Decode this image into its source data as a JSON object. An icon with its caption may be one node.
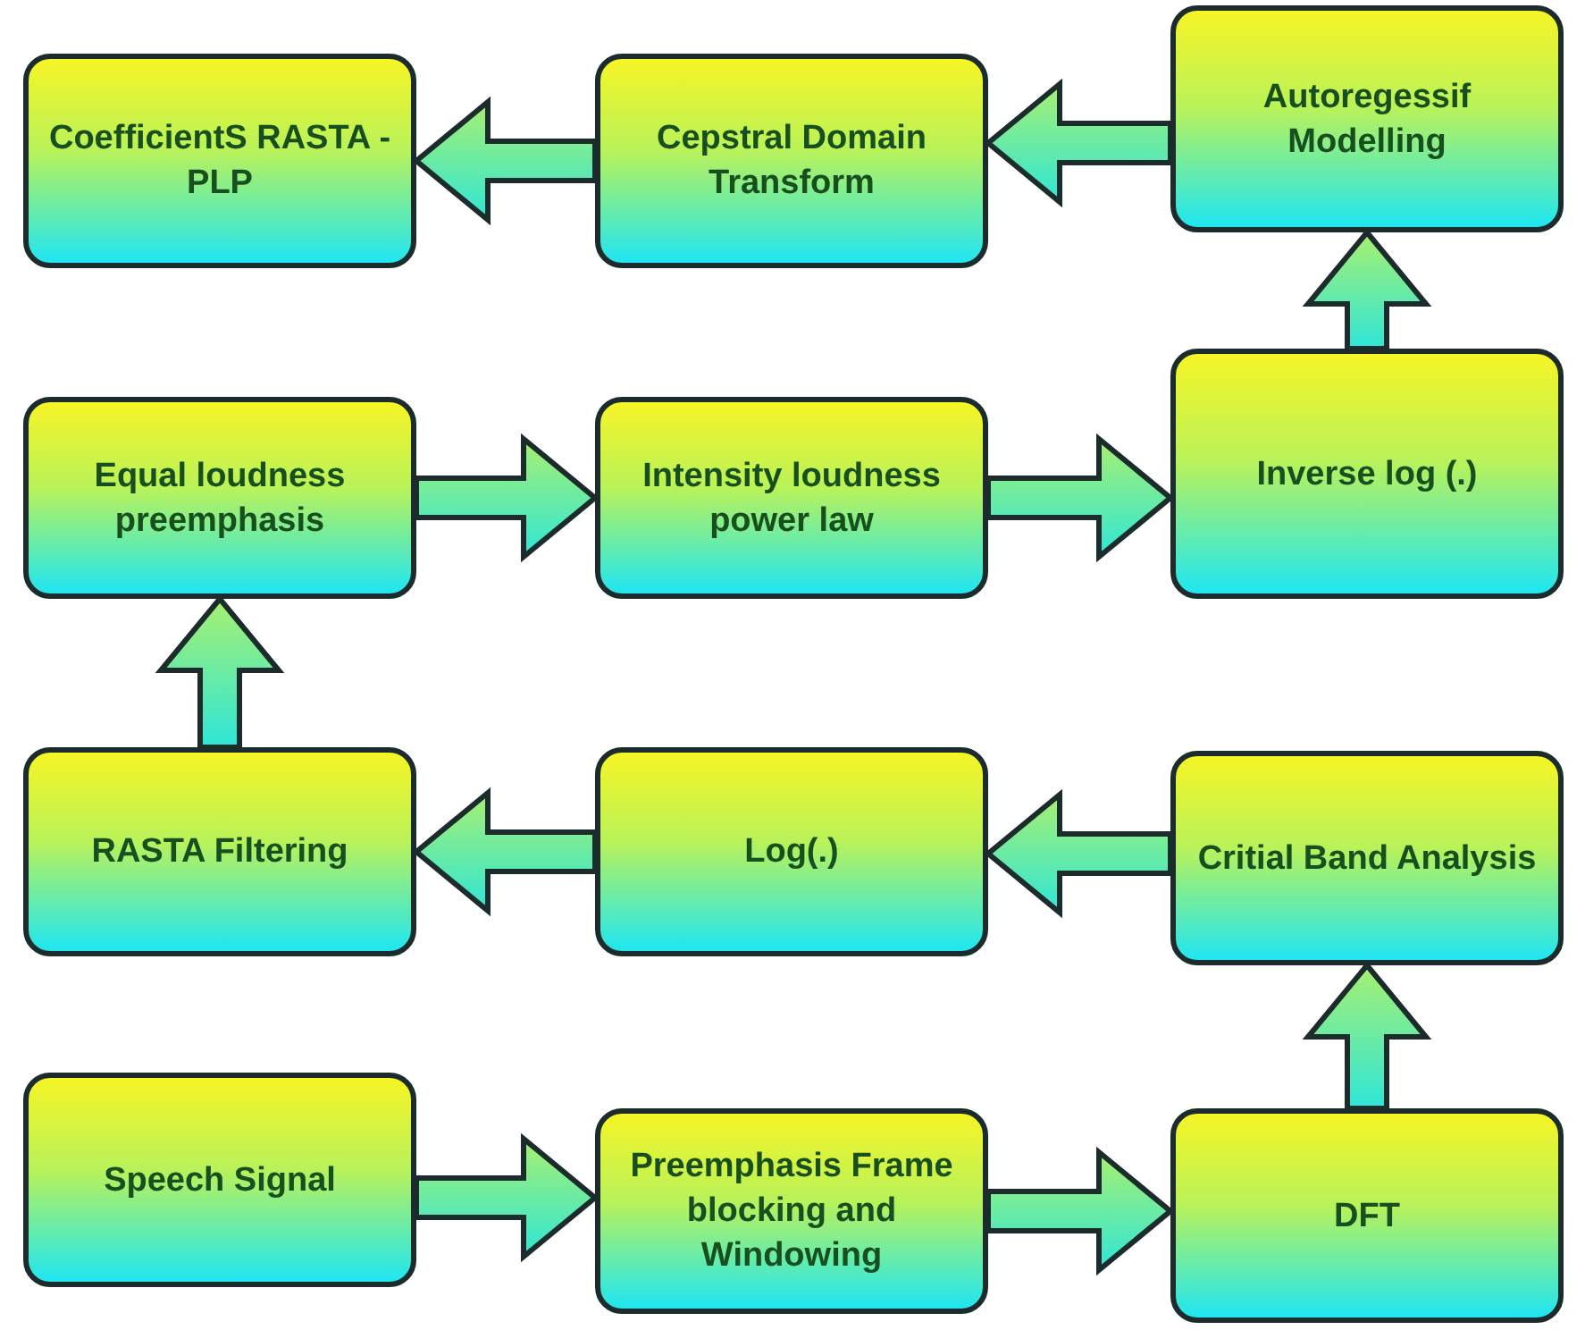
{
  "diagram": {
    "nodes": [
      {
        "text": [
          "CoefficientS RASTA -PLP"
        ]
      },
      {
        "text": [
          "Cepstral Domain Transform"
        ]
      },
      {
        "text": [
          "Autoregessif Modelling"
        ]
      },
      {
        "text": [
          "Equal loudness preemphasis"
        ]
      },
      {
        "text": [
          "Intensity loudness power law"
        ]
      },
      {
        "text": [
          "Inverse log (.)"
        ]
      },
      {
        "text": [
          "RASTA Filtering"
        ]
      },
      {
        "text": [
          "Log(.)"
        ]
      },
      {
        "text": [
          "Critial Band Analysis"
        ]
      },
      {
        "text": [
          "Speech Signal"
        ]
      },
      {
        "text": [
          "Preemphasis Frame blocking and Windowing"
        ]
      },
      {
        "text": [
          "DFT"
        ]
      }
    ],
    "edges": [
      {
        "from": 9,
        "to": 10,
        "arrow": "to"
      },
      {
        "from": 10,
        "to": 11,
        "arrow": "to"
      },
      {
        "from": 11,
        "to": 8,
        "arrow": "to"
      },
      {
        "from": 8,
        "to": 7,
        "arrow": "to"
      },
      {
        "from": 7,
        "to": 6,
        "arrow": "to"
      },
      {
        "from": 6,
        "to": 3,
        "arrow": "to"
      },
      {
        "from": 3,
        "to": 4,
        "arrow": "to"
      },
      {
        "from": 4,
        "to": 5,
        "arrow": "to"
      },
      {
        "from": 5,
        "to": 2,
        "arrow": "to"
      },
      {
        "from": 2,
        "to": 1,
        "arrow": "to"
      },
      {
        "from": 1,
        "to": 0,
        "arrow": "to"
      }
    ]
  }
}
